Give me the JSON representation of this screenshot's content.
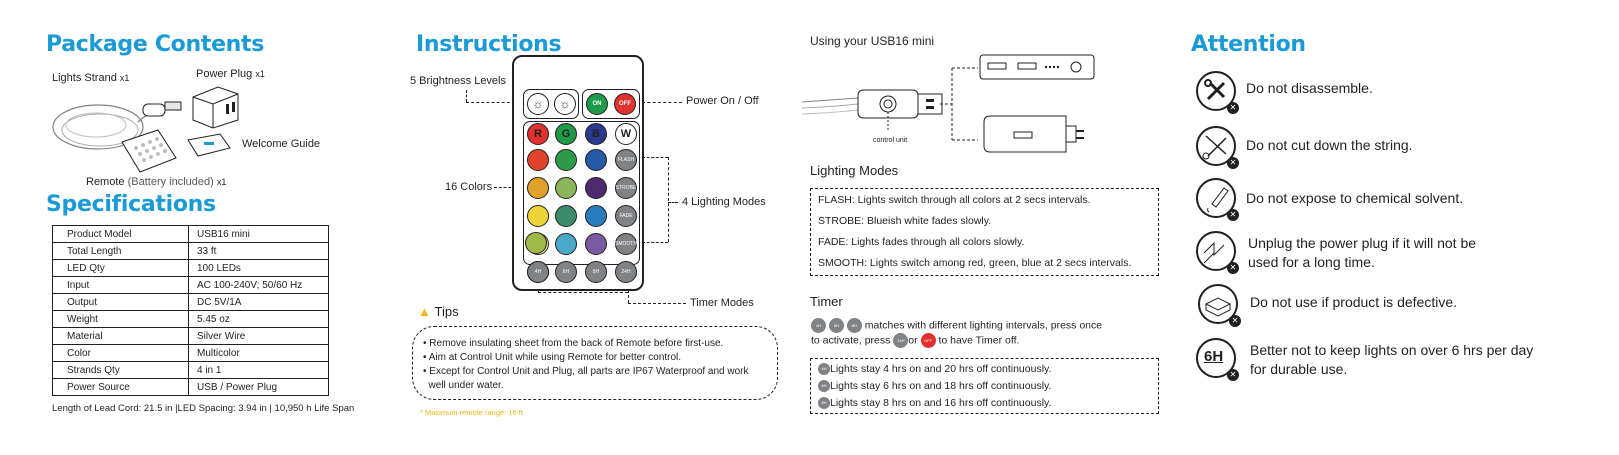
{
  "package": {
    "title": "Package Contents",
    "lights_strand": "Lights Strand",
    "lights_strand_qty": "x1",
    "power_plug": "Power Plug",
    "power_plug_qty": "x1",
    "welcome_guide": "Welcome Guide",
    "remote": "Remote",
    "remote_note": "(Battery included)",
    "remote_qty": "x1"
  },
  "specs": {
    "title": "Specifications",
    "rows": [
      [
        "Product Model",
        "USB16 mini"
      ],
      [
        "Total Length",
        "33 ft"
      ],
      [
        "LED Qty",
        "100 LEDs"
      ],
      [
        "Input",
        "AC 100-240V; 50/60 Hz"
      ],
      [
        "Output",
        "DC 5V/1A"
      ],
      [
        "Weight",
        "5.45 oz"
      ],
      [
        "Material",
        "Silver Wire"
      ],
      [
        "Color",
        "Multicolor"
      ],
      [
        "Strands Qty",
        "4 in 1"
      ],
      [
        "Power Source",
        "USB / Power Plug"
      ]
    ],
    "footer": "Length of Lead Cord: 21.5 in |LED Spacing: 3.94 in | 10,950 h Life Span"
  },
  "instructions": {
    "title": "Instructions",
    "brightness": "5 Brightness Levels",
    "power": "Power On / Off",
    "colors16": "16 Colors",
    "lighting_modes": "4 Lighting Modes",
    "timer_modes": "Timer Modes",
    "btn_on": "ON",
    "btn_off": "OFF",
    "btn_r": "R",
    "btn_g": "G",
    "btn_b": "B",
    "btn_w": "W",
    "btn_flash": "FLASH",
    "btn_strobe": "STROBE",
    "btn_fade": "FADE",
    "btn_smooth": "SMOOTH",
    "timer_4h": "4H",
    "timer_6h": "6H",
    "timer_8h": "8H",
    "timer_24h": "24H"
  },
  "tips": {
    "title": "Tips",
    "lines": [
      "• Remove insulating sheet from the back of Remote before first-use.",
      "• Aim at Control Unit while using Remote for better control.",
      "• Except for Control Unit and Plug, all parts are IP67 Waterproof and work",
      "  well under water."
    ],
    "footnote": "* Maximum remote range: 16 ft"
  },
  "usb": {
    "title": "Using your USB16 mini",
    "control_unit": "control unit"
  },
  "lighting_modes": {
    "title": "Lighting Modes",
    "lines": [
      "FLASH: Lights switch through all colors at 2 secs intervals.",
      "STROBE: Blueish white fades slowly.",
      "FADE: Lights fades through all colors slowly.",
      "SMOOTH: Lights switch among red, green, blue at 2 secs intervals."
    ]
  },
  "timer": {
    "title": "Timer",
    "line1": "matches with different lighting intervals, press once",
    "line2_a": "to activate, press",
    "line2_b": "or",
    "line2_c": "to have Timer off.",
    "rows": [
      "Lights stay 4 hrs on and 20 hrs off continuously.",
      "Lights stay 6 hrs on and 18 hrs off continuously.",
      "Lights stay 8 hrs on and 16 hrs off continuously."
    ]
  },
  "attention": {
    "title": "Attention",
    "items": [
      "Do not disassemble.",
      "Do not cut down the string.",
      "Do not expose to chemical solvent.",
      "Unplug the power plug if it will not be used for a long time.",
      "Do not use if product is defective.",
      "Better not to keep lights on over 6 hrs per day for durable use."
    ],
    "icon_6h": "6H"
  },
  "colors": {
    "accent_blue": "#1a9ad6",
    "warning_yellow": "#f7b516",
    "red": "#e0312e",
    "green": "#1f9a48"
  }
}
